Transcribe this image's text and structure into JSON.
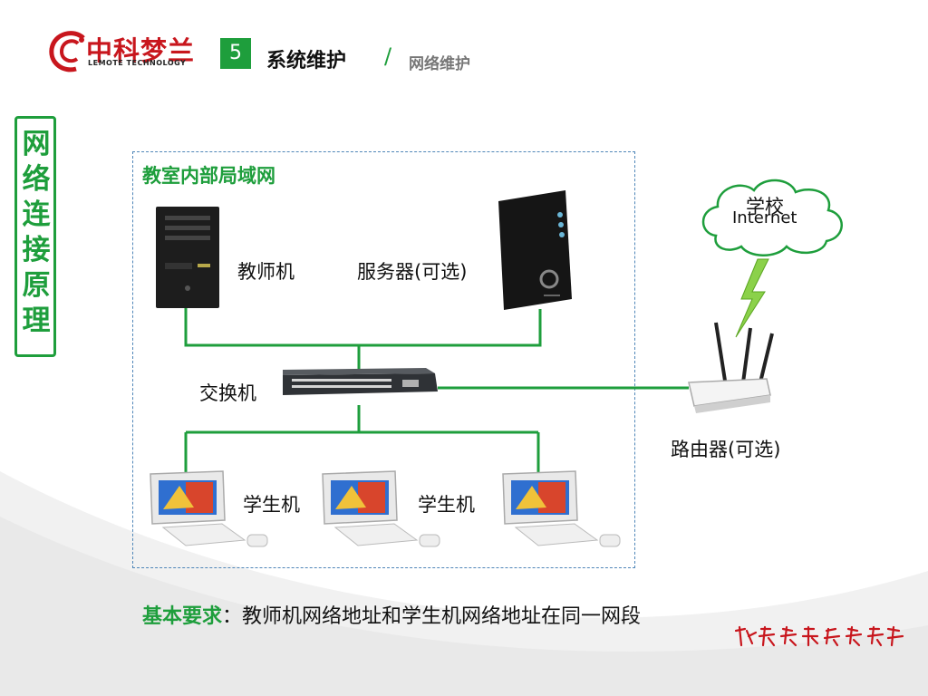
{
  "header": {
    "logo_cn": "中科梦兰",
    "section_number": "5",
    "section_title": "系统维护",
    "separator": "/",
    "subtitle": "网络维护"
  },
  "banner": {
    "text": "网络连接原理"
  },
  "diagram": {
    "lan_title": "教室内部局域网",
    "teacher_label": "教师机",
    "server_label": "服务器(可选)",
    "switch_label": "交换机",
    "student_label_1": "学生机",
    "student_label_2": "学生机",
    "cloud_line1": "学校",
    "cloud_line2": "Internet",
    "router_label": "路由器(可选)"
  },
  "requirement": {
    "key": "基本要求",
    "text": "：教师机网络地址和学生机网络地址在同一网段"
  },
  "colors": {
    "accent_green": "#1e9e3c",
    "brand_red": "#c8161d",
    "box_border": "#4f86b8"
  }
}
